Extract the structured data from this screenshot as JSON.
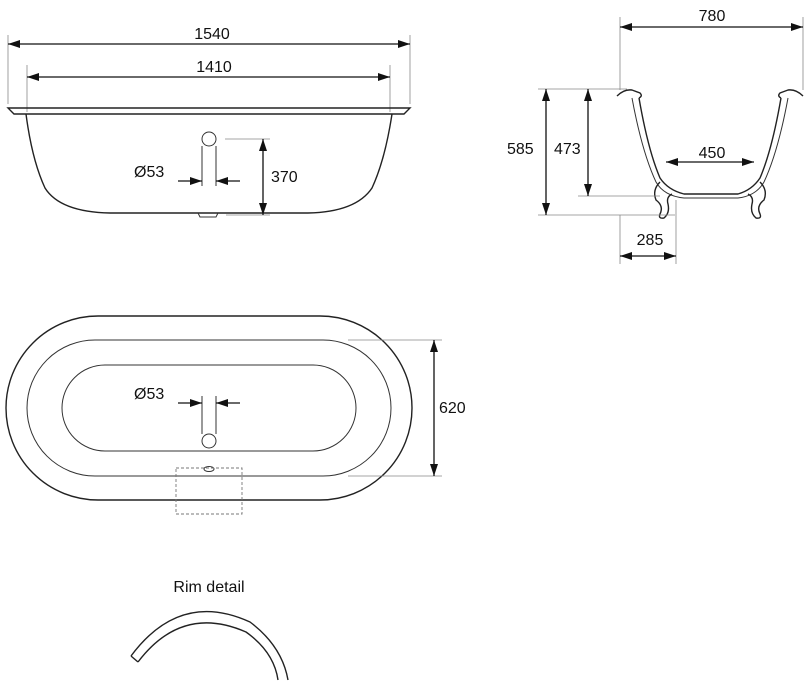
{
  "side_view": {
    "overall_length": "1540",
    "inner_length": "1410",
    "waste_diameter": "Ø53",
    "waste_height": "370"
  },
  "end_view": {
    "overall_width": "780",
    "overall_height": "585",
    "inner_depth": "473",
    "base_width": "450",
    "foot_offset": "285"
  },
  "plan_view": {
    "waste_diameter": "Ø53",
    "inner_width": "620"
  },
  "rim_detail": {
    "caption": "Rim detail"
  }
}
